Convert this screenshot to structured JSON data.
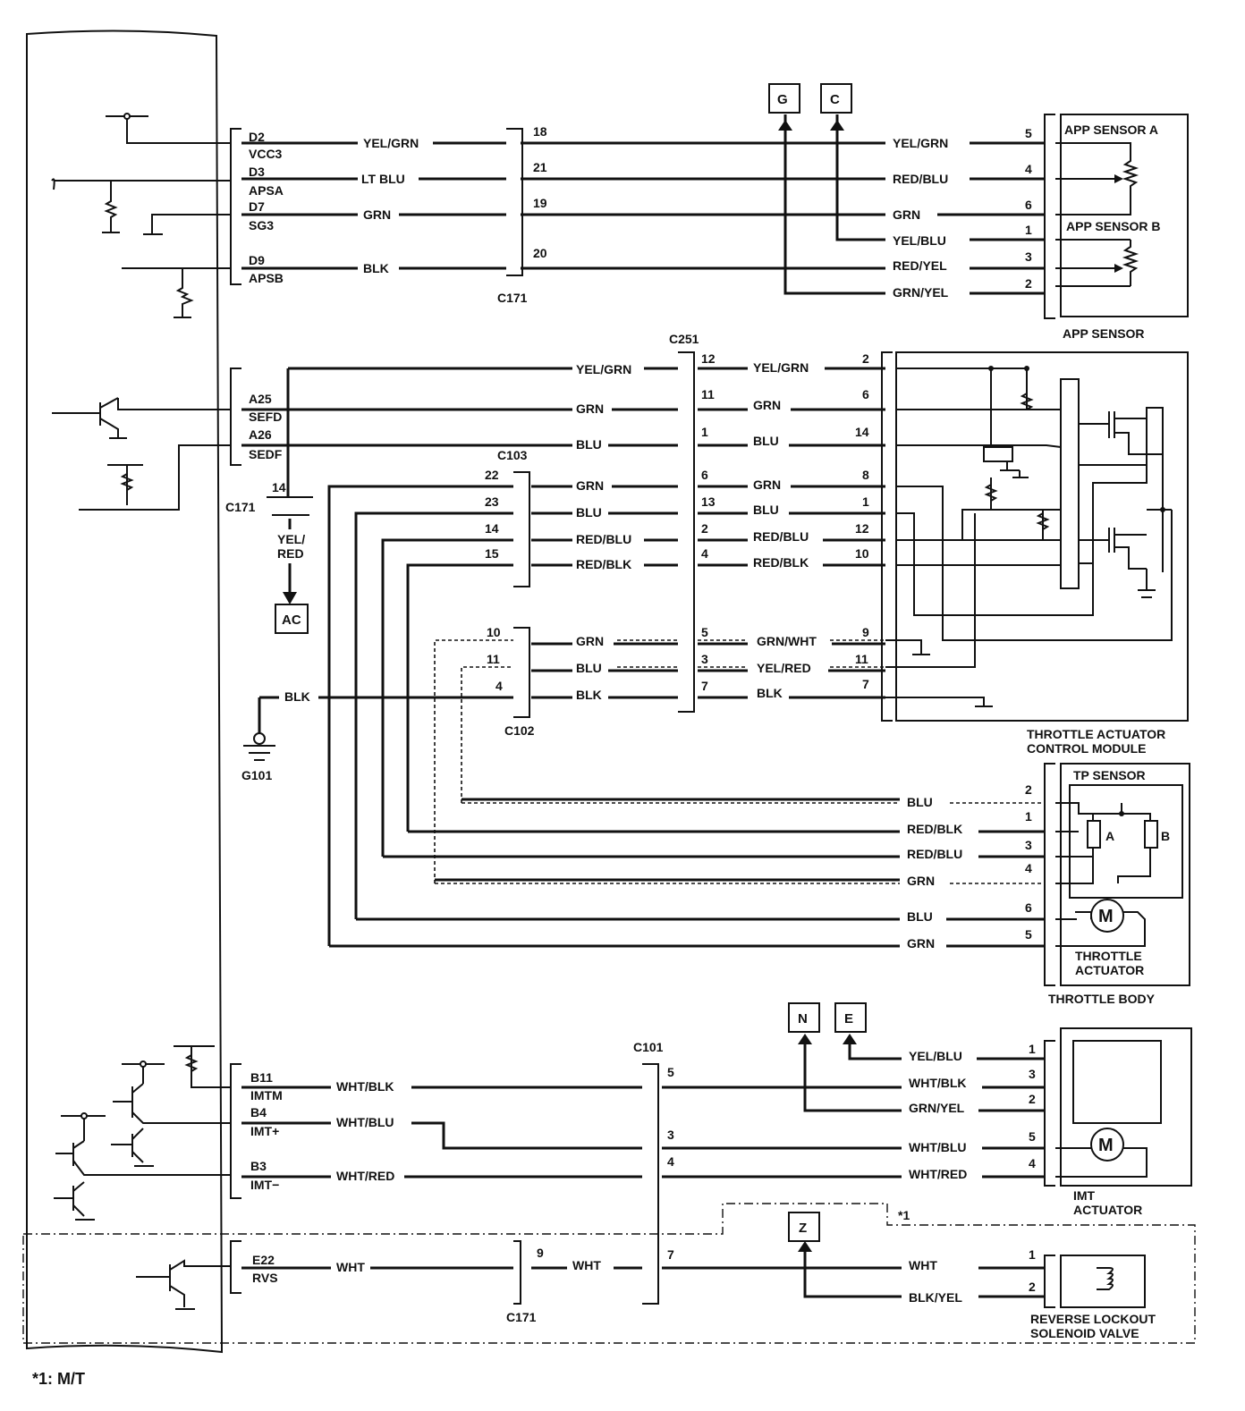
{
  "ecm_pins": [
    {
      "pin": "D2",
      "signal": "VCC3"
    },
    {
      "pin": "D3",
      "signal": "APSA"
    },
    {
      "pin": "D7",
      "signal": "SG3"
    },
    {
      "pin": "D9",
      "signal": "APSB"
    },
    {
      "pin": "A25",
      "signal": "SEFD"
    },
    {
      "pin": "A26",
      "signal": "SEDF"
    },
    {
      "pin": "B11",
      "signal": "IMTM"
    },
    {
      "pin": "B4",
      "signal": "IMT+"
    },
    {
      "pin": "B3",
      "signal": "IMT−"
    },
    {
      "pin": "E22",
      "signal": "RVS"
    }
  ],
  "connectors": {
    "c171": "C171",
    "c251": "C251",
    "c103": "C103",
    "c102": "C102",
    "c101": "C101"
  },
  "ground": "G101",
  "refs": {
    "g": "G",
    "c": "C",
    "ac": "AC",
    "n": "N",
    "e": "E",
    "z": "Z"
  },
  "components": {
    "app_a": "APP SENSOR A",
    "app_b": "APP SENSOR B",
    "app": "APP SENSOR",
    "tacm": [
      "THROTTLE ACTUATOR",
      "CONTROL MODULE"
    ],
    "tp": "TP SENSOR",
    "tp_a": "A",
    "tp_b": "B",
    "motor": "M",
    "ta": [
      "THROTTLE",
      "ACTUATOR"
    ],
    "tb": "THROTTLE BODY",
    "imt": [
      "IMT",
      "ACTUATOR"
    ],
    "rls": [
      "REVERSE LOCKOUT",
      "SOLENOID VALVE"
    ]
  },
  "wires": {
    "app": {
      "w1": "YEL/GRN",
      "w2": "LT BLU",
      "w3": "GRN",
      "w4": "BLK",
      "c171_pins": [
        "18",
        "21",
        "19",
        "20"
      ],
      "r1": "YEL/GRN",
      "r2": "RED/BLU",
      "r3": "GRN",
      "r4": "YEL/BLU",
      "r5": "RED/YEL",
      "r6": "GRN/YEL",
      "p": [
        "5",
        "4",
        "6",
        "1",
        "3",
        "2"
      ]
    },
    "tacm": {
      "l1": "YEL/GRN",
      "l2": "GRN",
      "l3": "BLU",
      "c103_pins": [
        "22",
        "23",
        "14",
        "15"
      ],
      "c103_wires": [
        "GRN",
        "BLU",
        "RED/BLU",
        "RED/BLK"
      ],
      "c251_pins": [
        "12",
        "11",
        "1",
        "6",
        "13",
        "2",
        "4"
      ],
      "c251_wires": [
        "YEL/GRN",
        "GRN",
        "BLU",
        "GRN",
        "BLU",
        "RED/BLU",
        "RED/BLK"
      ],
      "tacm_pins": [
        "2",
        "6",
        "14",
        "8",
        "1",
        "12",
        "10"
      ],
      "c171_pin": "14",
      "c171_wire": "YEL/",
      "c171_wire2": "RED",
      "c102_pins": [
        "10",
        "11",
        "4"
      ],
      "c102_wires": [
        "GRN",
        "BLU",
        "BLK"
      ],
      "c251b_pins": [
        "5",
        "3",
        "7"
      ],
      "c251b_wires": [
        "GRN/WHT",
        "YEL/RED",
        "BLK"
      ],
      "tacmb_pins": [
        "9",
        "11",
        "7"
      ],
      "ground_wire": "BLK"
    },
    "tb": {
      "w": [
        "BLU",
        "RED/BLK",
        "RED/BLU",
        "GRN",
        "BLU",
        "GRN"
      ],
      "p": [
        "2",
        "1",
        "3",
        "4",
        "6",
        "5"
      ]
    },
    "imt": {
      "ecm_wires": [
        "WHT/BLK",
        "WHT/BLU",
        "WHT/RED"
      ],
      "c101_pins": [
        "5",
        "3",
        "4"
      ],
      "right_wires": [
        "YEL/BLU",
        "WHT/BLK",
        "GRN/YEL",
        "WHT/BLU",
        "WHT/RED"
      ],
      "p": [
        "1",
        "3",
        "2",
        "5",
        "4"
      ]
    },
    "rls": {
      "w1": "WHT",
      "c171_pin": "9",
      "w2": "WHT",
      "c101_pin": "7",
      "right": [
        "WHT",
        "BLK/YEL"
      ],
      "p": [
        "1",
        "2"
      ]
    }
  },
  "note_marker": "*1",
  "footnote": "*1: M/T"
}
